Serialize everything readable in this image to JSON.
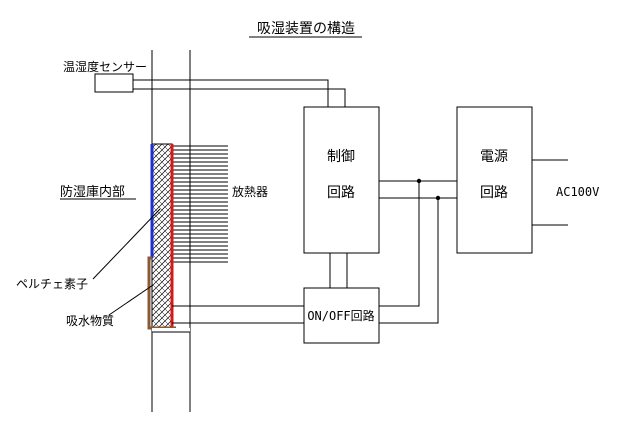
{
  "title": "吸湿装置の構造",
  "labels": {
    "sensor": "温湿度センサー",
    "chamber": "防湿庫内部",
    "heatsink": "放熱器",
    "peltier": "ペルチェ素子",
    "absorbent": "吸水物質"
  },
  "boxes": {
    "control": {
      "line1": "制御",
      "line2": "回路"
    },
    "power": {
      "line1": "電源",
      "line2": "回路"
    },
    "onoff": "ON/OFF回路"
  },
  "input_label": "AC100V",
  "colors": {
    "line": "#000000",
    "peltier_cold": "#1f2fd0",
    "peltier_hot": "#d81818",
    "absorbent": "#8a5a34",
    "hatch": "#000000"
  },
  "icons": {
    "junction": "junction-dot-icon"
  }
}
